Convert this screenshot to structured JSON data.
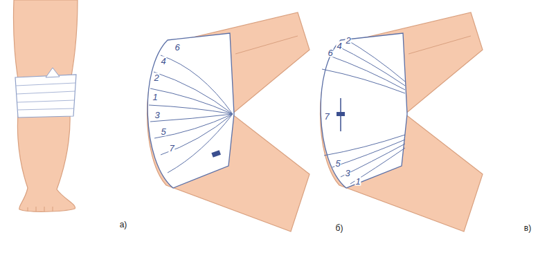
{
  "diagram": {
    "labels": [
      "а)",
      "6",
      "4",
      "2",
      "1",
      "3",
      "5",
      "7",
      "б)",
      "6",
      "4",
      "2",
      "7",
      "5",
      "3",
      "1",
      "в)"
    ]
  }
}
